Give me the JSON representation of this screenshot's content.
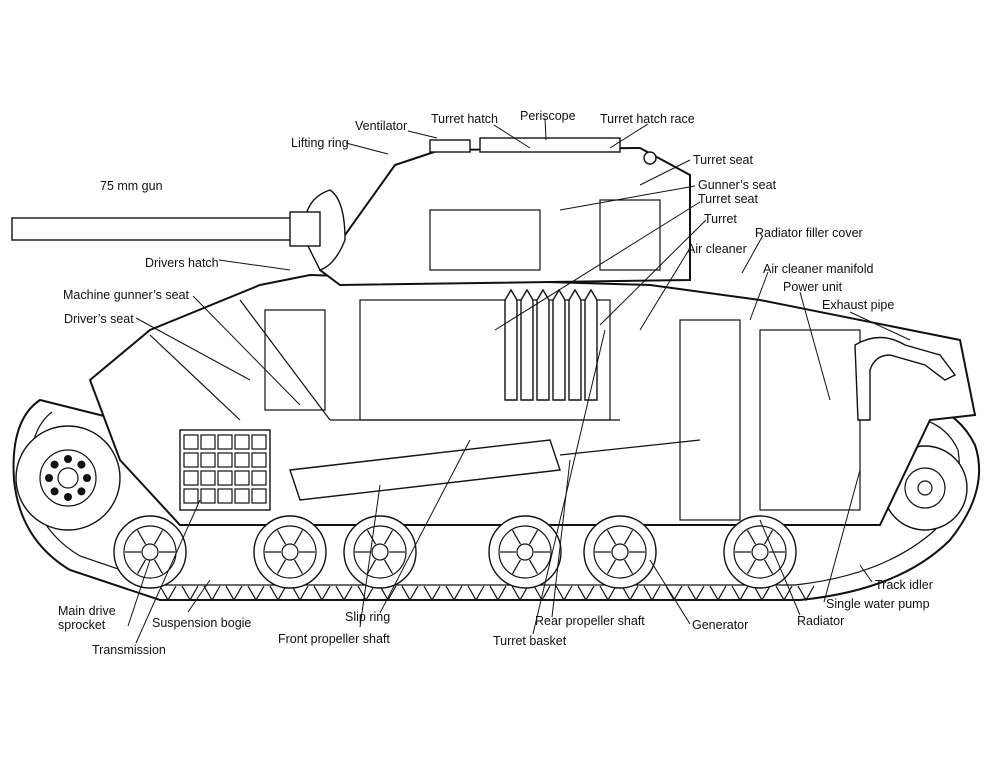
{
  "labels": {
    "gun": "75 mm gun",
    "lifting_ring": "Lifting ring",
    "ventilator": "Ventilator",
    "turret_hatch": "Turret hatch",
    "periscope": "Periscope",
    "turret_hatch_race": "Turret hatch race",
    "turret_seat_top": "Turret seat",
    "gunners_seat": "Gunner’s seat",
    "turret_seat": "Turret seat",
    "turret": "Turret",
    "air_cleaner": "Air cleaner",
    "radiator_filler_cover": "Radiator filler cover",
    "air_cleaner_manifold": "Air cleaner manifold",
    "power_unit": "Power unit",
    "exhaust_pipe": "Exhaust pipe",
    "drivers_hatch": "Drivers hatch",
    "machine_gunners_seat": "Machine gunner’s seat",
    "drivers_seat": "Driver’s seat",
    "track_idler": "Track idler",
    "single_water_pump": "Single water pump",
    "radiator": "Radiator",
    "generator": "Generator",
    "rear_propeller_shaft": "Rear propeller shaft",
    "turret_basket": "Turret basket",
    "slip_ring": "Slip ring",
    "front_propeller_shaft": "Front propeller shaft",
    "suspension_bogie": "Suspension bogie",
    "main_drive_sprocket": "Main drive sprocket",
    "transmission": "Transmission"
  }
}
